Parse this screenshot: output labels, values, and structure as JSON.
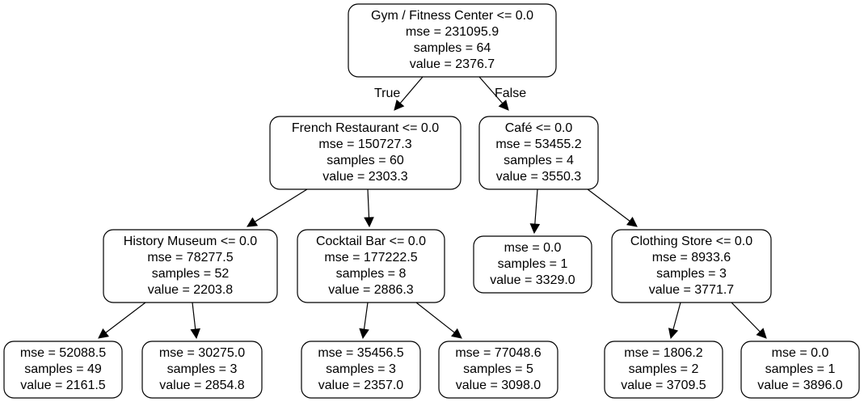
{
  "tree": {
    "nodes": [
      {
        "id": "n0",
        "lines": [
          "Gym / Fitness Center <= 0.0",
          "mse = 231095.9",
          "samples = 64",
          "value = 2376.7"
        ]
      },
      {
        "id": "n1",
        "lines": [
          "French Restaurant <= 0.0",
          "mse = 150727.3",
          "samples = 60",
          "value = 2303.3"
        ]
      },
      {
        "id": "n2",
        "lines": [
          "Café <= 0.0",
          "mse = 53455.2",
          "samples = 4",
          "value = 3550.3"
        ]
      },
      {
        "id": "n3",
        "lines": [
          "History Museum <= 0.0",
          "mse = 78277.5",
          "samples = 52",
          "value = 2203.8"
        ]
      },
      {
        "id": "n4",
        "lines": [
          "Cocktail Bar <= 0.0",
          "mse = 177222.5",
          "samples = 8",
          "value = 2886.3"
        ]
      },
      {
        "id": "n5",
        "lines": [
          "mse = 0.0",
          "samples = 1",
          "value = 3329.0"
        ]
      },
      {
        "id": "n6",
        "lines": [
          "Clothing Store <= 0.0",
          "mse = 8933.6",
          "samples = 3",
          "value = 3771.7"
        ]
      },
      {
        "id": "n7",
        "lines": [
          "mse = 52088.5",
          "samples = 49",
          "value = 2161.5"
        ]
      },
      {
        "id": "n8",
        "lines": [
          "mse = 30275.0",
          "samples = 3",
          "value = 2854.8"
        ]
      },
      {
        "id": "n9",
        "lines": [
          "mse = 35456.5",
          "samples = 3",
          "value = 2357.0"
        ]
      },
      {
        "id": "n10",
        "lines": [
          "mse = 77048.6",
          "samples = 5",
          "value = 3098.0"
        ]
      },
      {
        "id": "n11",
        "lines": [
          "mse = 1806.2",
          "samples = 2",
          "value = 3709.5"
        ]
      },
      {
        "id": "n12",
        "lines": [
          "mse = 0.0",
          "samples = 1",
          "value = 3896.0"
        ]
      }
    ],
    "edges": [
      {
        "from": "n0",
        "to": "n1",
        "label": "True"
      },
      {
        "from": "n0",
        "to": "n2",
        "label": "False"
      },
      {
        "from": "n1",
        "to": "n3",
        "label": ""
      },
      {
        "from": "n1",
        "to": "n4",
        "label": ""
      },
      {
        "from": "n2",
        "to": "n5",
        "label": ""
      },
      {
        "from": "n2",
        "to": "n6",
        "label": ""
      },
      {
        "from": "n3",
        "to": "n7",
        "label": ""
      },
      {
        "from": "n3",
        "to": "n8",
        "label": ""
      },
      {
        "from": "n4",
        "to": "n9",
        "label": ""
      },
      {
        "from": "n4",
        "to": "n10",
        "label": ""
      },
      {
        "from": "n6",
        "to": "n11",
        "label": ""
      },
      {
        "from": "n6",
        "to": "n12",
        "label": ""
      }
    ]
  }
}
